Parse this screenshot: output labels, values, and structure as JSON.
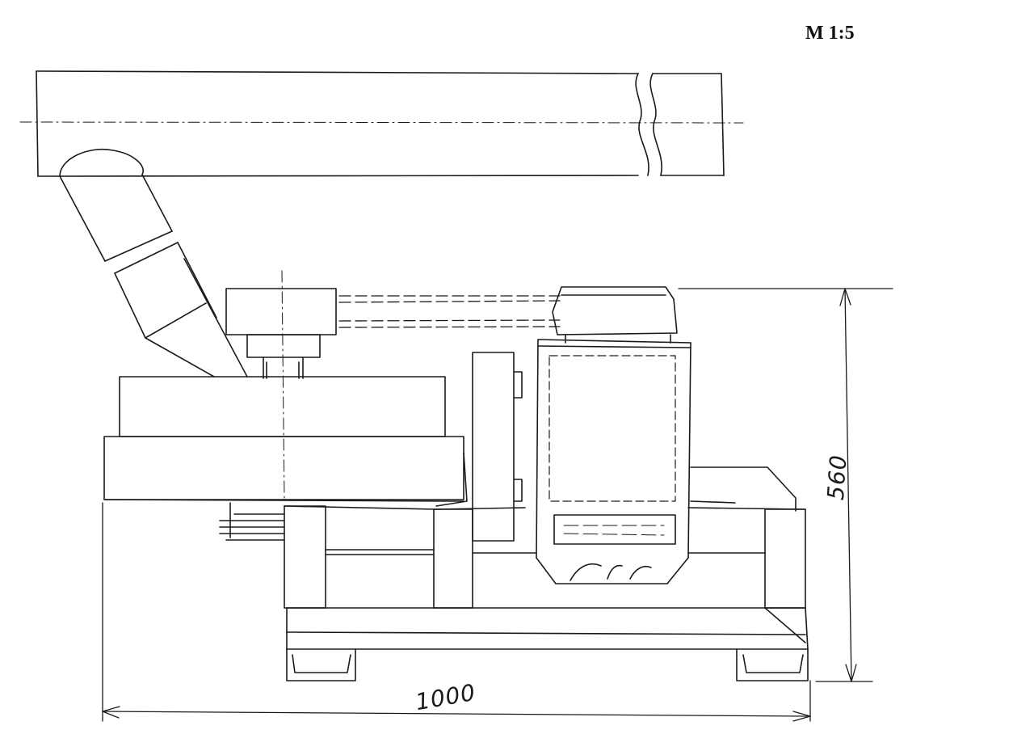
{
  "drawing": {
    "scale_label": "M 1:5",
    "dimensions": {
      "overall_width": "1000",
      "overall_height": "560"
    }
  },
  "colors": {
    "ink": "#1a1a1a",
    "paper": "#ffffff"
  }
}
